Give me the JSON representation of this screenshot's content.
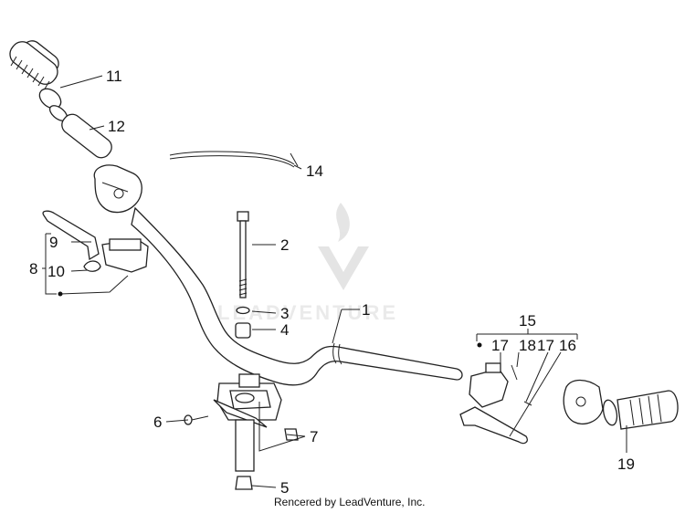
{
  "callouts": [
    {
      "id": "c1",
      "label": "1"
    },
    {
      "id": "c2",
      "label": "2"
    },
    {
      "id": "c3",
      "label": "3"
    },
    {
      "id": "c4",
      "label": "4"
    },
    {
      "id": "c5",
      "label": "5"
    },
    {
      "id": "c6",
      "label": "6"
    },
    {
      "id": "c7",
      "label": "7"
    },
    {
      "id": "c8",
      "label": "8"
    },
    {
      "id": "c9",
      "label": "9"
    },
    {
      "id": "c10",
      "label": "10"
    },
    {
      "id": "c11",
      "label": "11"
    },
    {
      "id": "c12",
      "label": "12"
    },
    {
      "id": "c14",
      "label": "14"
    },
    {
      "id": "c15",
      "label": "15"
    },
    {
      "id": "c17",
      "label": "17"
    },
    {
      "id": "c18",
      "label": "18"
    },
    {
      "id": "c17b",
      "label": "17"
    },
    {
      "id": "c16",
      "label": "16"
    },
    {
      "id": "c19",
      "label": "19"
    }
  ],
  "watermark": {
    "text": "LEADVENTURE"
  },
  "credit": {
    "text": "Rencered by LeadVenture, Inc."
  }
}
